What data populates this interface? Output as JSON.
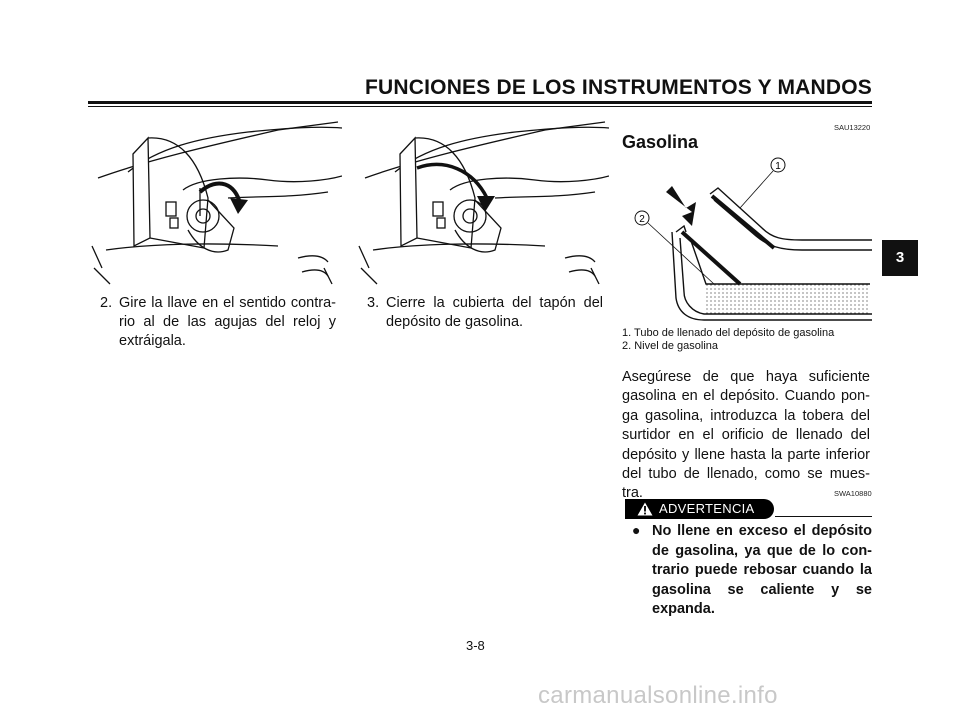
{
  "header": {
    "title": "FUNCIONES DE LOS INSTRUMENTOS Y MANDOS"
  },
  "steps": [
    {
      "number": "2.",
      "text": "Gire la llave en el sentido contra-rio al de las agujas del reloj y extráigala."
    },
    {
      "number": "3.",
      "text": "Cierre la cubierta del tapón del depósito de gasolina."
    }
  ],
  "section": {
    "code": "SAU13220",
    "title": "Gasolina",
    "figure_callouts": [
      "1",
      "2"
    ],
    "captions": [
      "1. Tubo de llenado del depósito de gasolina",
      "2. Nivel de gasolina"
    ],
    "body": "Asegúrese de que haya suficiente gasolina en el depósito. Cuando pon-ga gasolina, introduzca la tobera del surtidor en el orificio de llenado del depósito y llene hasta la parte inferior del tubo de llenado, como se mues-tra."
  },
  "warning": {
    "code": "SWA10880",
    "label": "ADVERTENCIA",
    "icon": "warning-triangle-icon",
    "bullet": "●",
    "text": "No llene en exceso el depósito de gasolina, ya que de lo con-trario puede rebosar cuando la gasolina se caliente y se expanda."
  },
  "page_number": "3-8",
  "chapter_tab": "3",
  "watermark": "carmanualsonline.info"
}
